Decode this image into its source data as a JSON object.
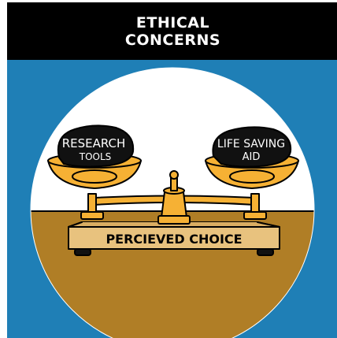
{
  "title": {
    "line1": "ETHICAL",
    "line2": "CONCERNS"
  },
  "scale": {
    "left_pan": {
      "line1": "RESEARCH",
      "line2": "TOOLS"
    },
    "right_pan": {
      "line1": "LIFE SAVING",
      "line2": "AID"
    },
    "base_label": "PERCIEVED CHOICE"
  },
  "colors": {
    "title_bar": "#000000",
    "background_blue": "#1f7fb6",
    "circle_white": "#ffffff",
    "table_brown": "#b07e26",
    "scale_gold": "#f6b134",
    "base_tan": "#e8c27e",
    "weight_black": "#111111"
  },
  "icons": {
    "scale": "balance-scale-icon"
  }
}
